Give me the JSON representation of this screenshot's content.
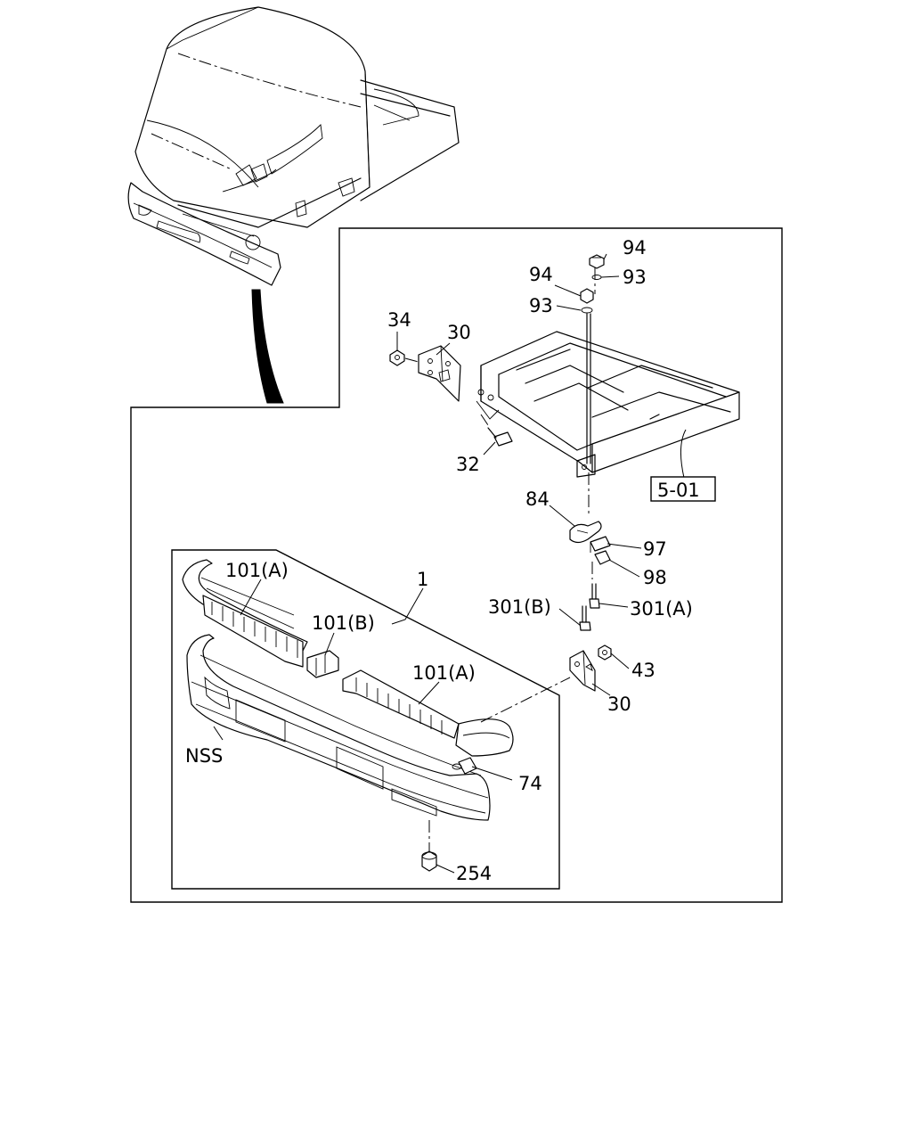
{
  "labels": {
    "p94_top": "94",
    "p93_top": "93",
    "p94_mid": "94",
    "p93_mid": "93",
    "p34": "34",
    "p30_top": "30",
    "p32": "32",
    "ref_501": "5-01",
    "p84": "84",
    "p97": "97",
    "p98": "98",
    "p301b": "301(B)",
    "p301a": "301(A)",
    "p43": "43",
    "p30_bot": "30",
    "p1": "1",
    "p101a_left": "101(A)",
    "p101b": "101(B)",
    "p101a_right": "101(A)",
    "nss": "NSS",
    "p74": "74",
    "p254": "254"
  }
}
